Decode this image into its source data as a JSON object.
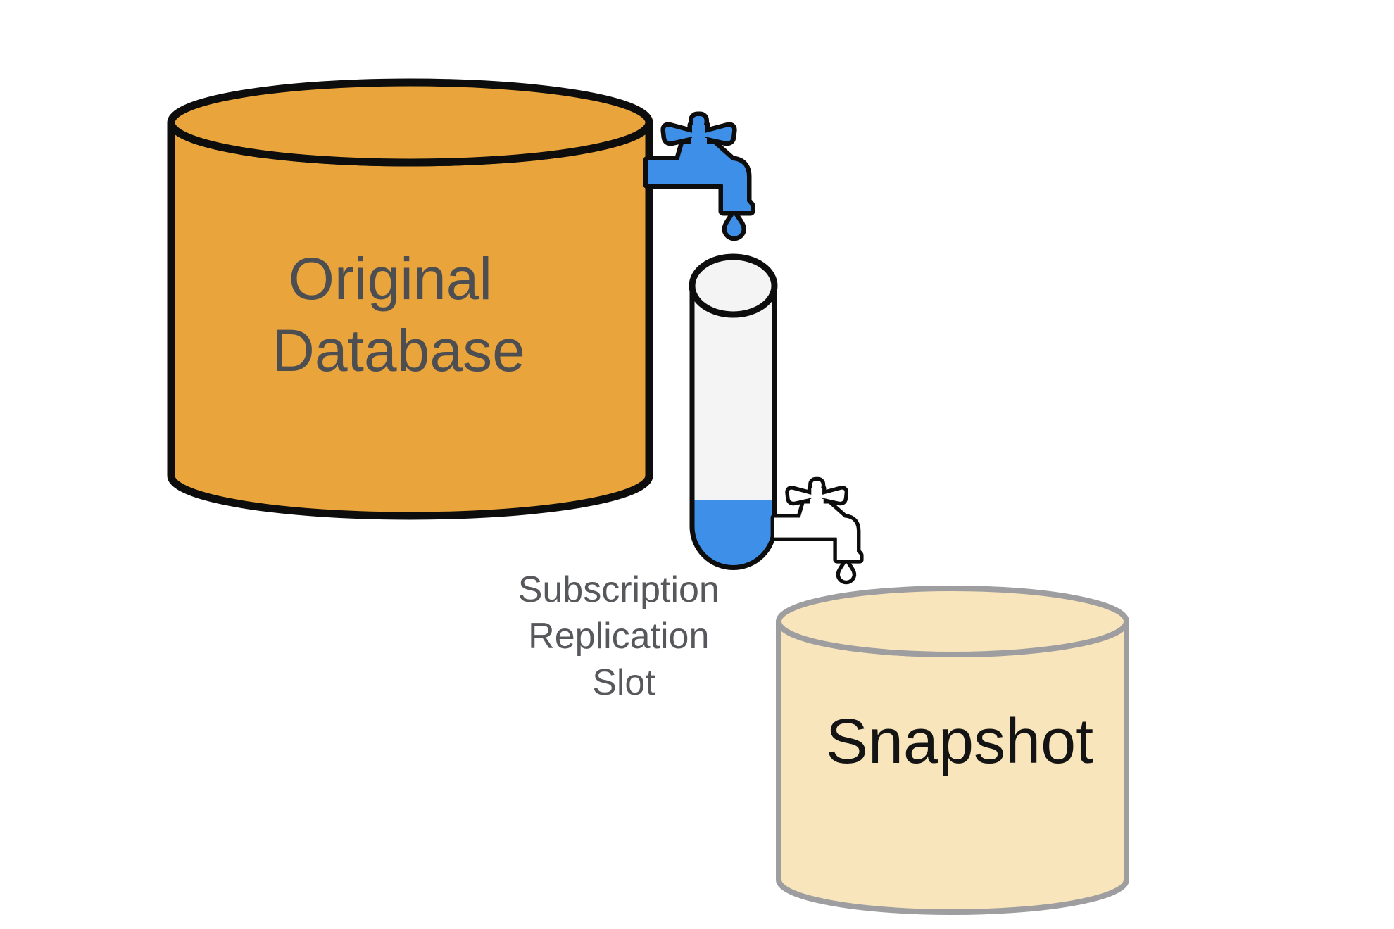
{
  "diagram": {
    "background": "#FFFFFF",
    "original_database": {
      "label_lines": [
        "Original",
        "Database"
      ]
    },
    "source_faucet": {
      "icon": "faucet-icon",
      "drip_icon": "water-drop-icon",
      "style": "filled-blue"
    },
    "replication_slot": {
      "label_lines": [
        "Subscription",
        "Replication",
        "Slot"
      ],
      "fill_percent": 30
    },
    "drain_faucet": {
      "icon": "faucet-outline-icon",
      "drip_icon": "water-drop-icon",
      "style": "outline-white"
    },
    "snapshot": {
      "label": "Snapshot"
    },
    "colors": {
      "database_fill": "#E9A53C",
      "outline_dark": "#0D0D0D",
      "faucet_blue": "#3E8FE8",
      "faucet_white": "#FFFFFF",
      "liquid_blue": "#3E8FE8",
      "tube_fill": "#F4F4F4",
      "snapshot_fill": "#F9E5BB",
      "snapshot_stroke": "#9E9EA0",
      "db_label_color": "#4D4E52",
      "slot_label_color": "#57585C",
      "snapshot_label_color": "#141414"
    }
  }
}
